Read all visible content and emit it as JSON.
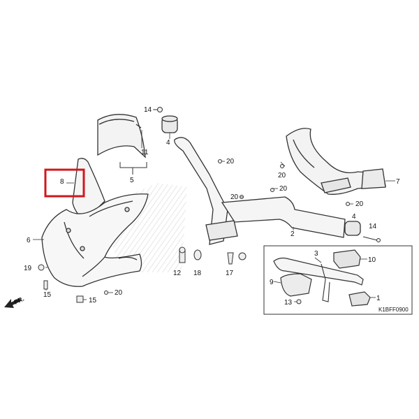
{
  "diagram": {
    "code": "K1BFF0900",
    "direction_label": "FR.",
    "highlight_color": "#d0181e",
    "highlighted_callout": "8"
  },
  "callouts": {
    "c1": "1",
    "c2": "2",
    "c3": "3",
    "c4a": "4",
    "c4b": "4",
    "c5": "5",
    "c6": "6",
    "c7": "7",
    "c8": "8",
    "c9": "9",
    "c10": "10",
    "c11": "11",
    "c12": "12",
    "c13": "13",
    "c14a": "14",
    "c14b": "14",
    "c15a": "15",
    "c15b": "15",
    "c17": "17",
    "c18": "18",
    "c19": "19",
    "c20a": "20",
    "c20b": "20",
    "c20c": "20",
    "c20d": "20",
    "c20e": "20",
    "c20f": "20",
    "c20g": "20"
  }
}
